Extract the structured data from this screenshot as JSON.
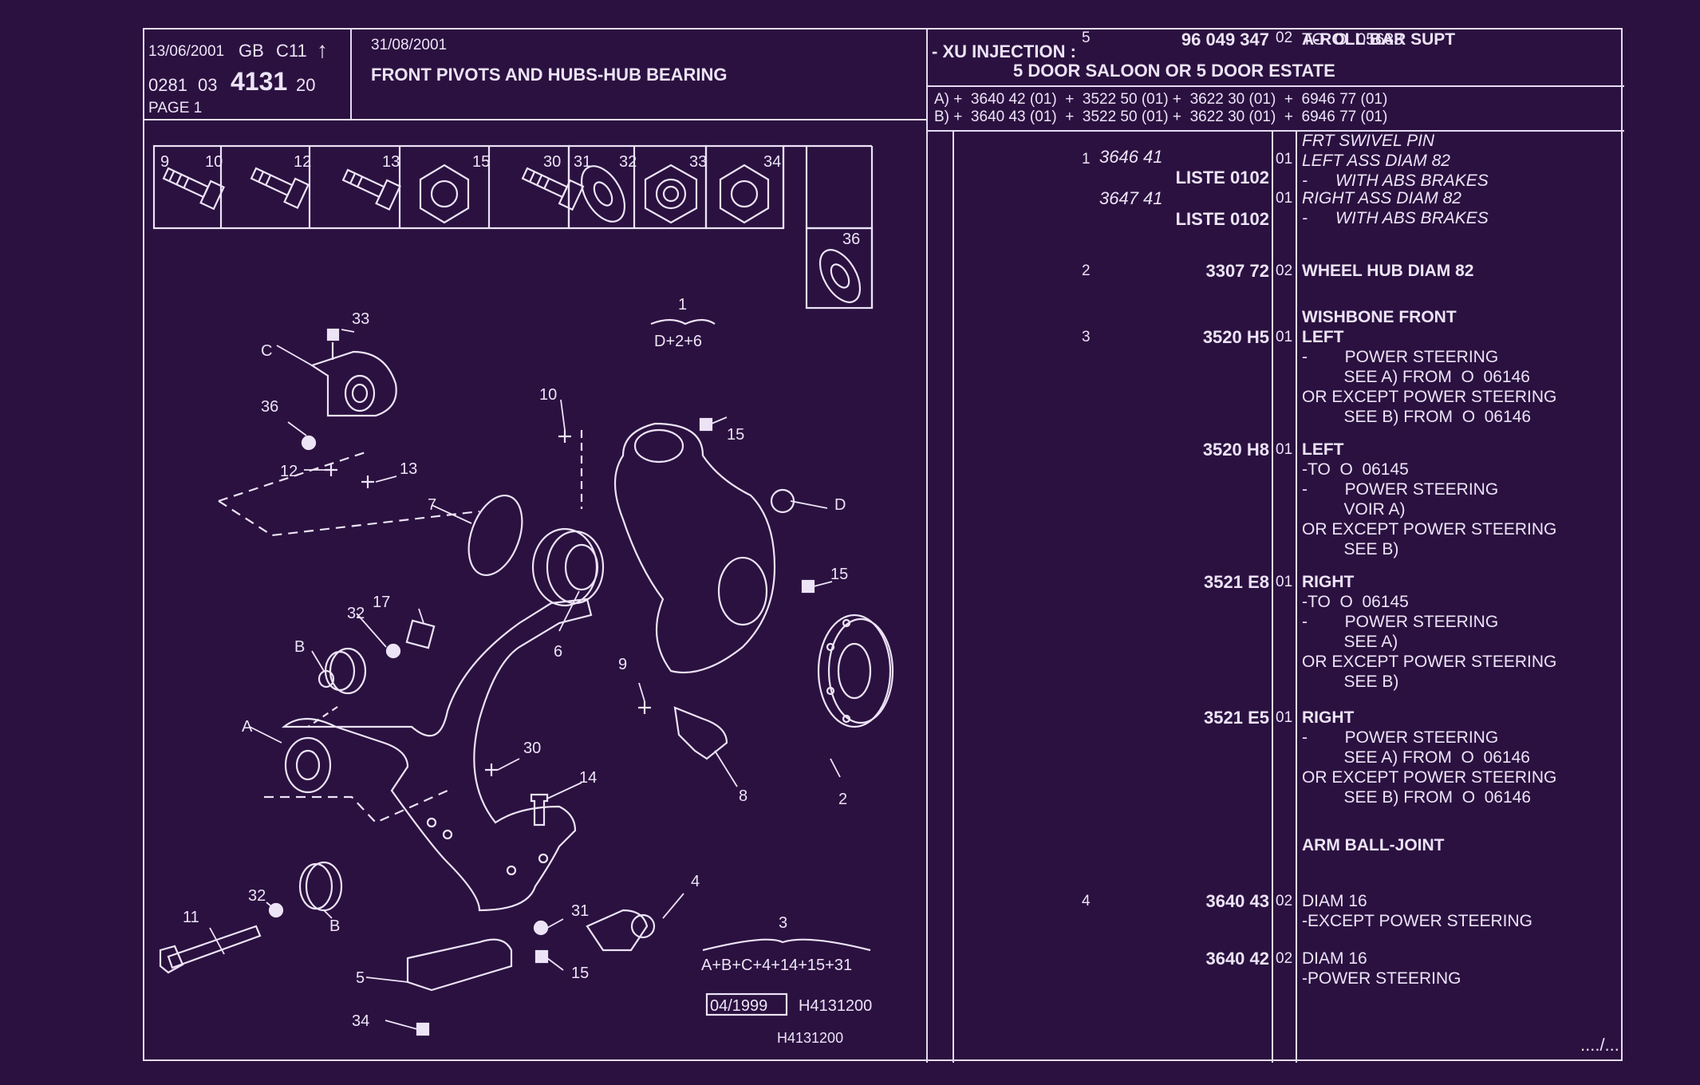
{
  "header": {
    "date": "13/06/2001",
    "lang": "GB",
    "code": "C11",
    "ref_a": "0281",
    "ref_b": "03",
    "ref_main": "4131",
    "ref_c": "20",
    "page": "PAGE 1",
    "date2": "31/08/2001",
    "title": "FRONT PIVOTS AND HUBS-HUB BEARING",
    "engine_line": "- XU INJECTION :",
    "body_line": "5 DOOR SALOON OR 5 DOOR ESTATE",
    "variant_a": "A) +  3640 42 (01)  +  3522 50 (01) +  3622 30 (01)  +  6946 77 (01)",
    "variant_b": "B) +  3640 43 (01)  +  3522 50 (01) +  3622 30 (01)  +  6946 77 (01)"
  },
  "drawing": {
    "thumb_labels": [
      "9",
      "10",
      "12",
      "13",
      "15",
      "30",
      "31",
      "32",
      "33",
      "34",
      "36"
    ],
    "callouts": [
      "33",
      "C",
      "36",
      "12",
      "13",
      "10",
      "15",
      "7",
      "D",
      "15",
      "17",
      "32",
      "B",
      "6",
      "9",
      "A",
      "30",
      "14",
      "8",
      "2",
      "32",
      "11",
      "B",
      "31",
      "4",
      "5",
      "15",
      "34"
    ],
    "group1_num": "1",
    "group1_formula": "D+2+6",
    "group3_num": "3",
    "group3_formula": "A+B+C+4+14+15+31",
    "date_stamp": "04/1999",
    "drawing_ref": "H4131200",
    "drawing_ref2": "H4131200"
  },
  "parts": [
    {
      "idx": "1",
      "ref": "3646 41",
      "ref_style": "italic",
      "sub": "LISTE 0102",
      "qty": "01",
      "desc": [
        {
          "text": "FRT SWIVEL PIN",
          "style": "italic"
        },
        {
          "text": "LEFT ASS DIAM 82",
          "style": "mixed"
        },
        {
          "text": "-      WITH ABS BRAKES",
          "style": "italic"
        }
      ]
    },
    {
      "idx": "",
      "ref": "3647 41",
      "ref_style": "italic",
      "sub": "LISTE 0102",
      "qty": "01",
      "desc": [
        {
          "text": "RIGHT ASS DIAM 82",
          "style": "mixed"
        },
        {
          "text": "-      WITH ABS BRAKES",
          "style": "italic"
        }
      ]
    },
    {
      "idx": "2",
      "ref": "3307 72",
      "qty": "02",
      "desc": [
        {
          "text": "WHEEL HUB DIAM 82",
          "style": "bold"
        }
      ]
    },
    {
      "idx": "",
      "ref": "",
      "qty": "",
      "desc": [
        {
          "text": "WISHBONE FRONT",
          "style": "bold"
        }
      ]
    },
    {
      "idx": "3",
      "ref": "3520 H5",
      "qty": "01",
      "desc": [
        {
          "text": "LEFT",
          "style": "bold"
        },
        {
          "text": "-        POWER STEERING",
          "style": "normal"
        },
        {
          "text": "         SEE A) FROM  O  06146",
          "style": "normal"
        },
        {
          "text": "OR EXCEPT POWER STEERING",
          "style": "normal"
        },
        {
          "text": "         SEE B) FROM  O  06146",
          "style": "normal"
        }
      ]
    },
    {
      "idx": "",
      "ref": "3520 H8",
      "qty": "01",
      "desc": [
        {
          "text": "LEFT",
          "style": "bold"
        },
        {
          "text": "-TO  O  06145",
          "style": "normal"
        },
        {
          "text": "-        POWER STEERING",
          "style": "normal"
        },
        {
          "text": "         VOIR A)",
          "style": "normal"
        },
        {
          "text": "OR EXCEPT POWER STEERING",
          "style": "normal"
        },
        {
          "text": "         SEE B)",
          "style": "normal"
        }
      ]
    },
    {
      "idx": "",
      "ref": "3521 E8",
      "qty": "01",
      "desc": [
        {
          "text": "RIGHT",
          "style": "bold"
        },
        {
          "text": "-TO  O  06145",
          "style": "normal"
        },
        {
          "text": "-        POWER STEERING",
          "style": "normal"
        },
        {
          "text": "         SEE A)",
          "style": "normal"
        },
        {
          "text": "OR EXCEPT POWER STEERING",
          "style": "normal"
        },
        {
          "text": "         SEE B)",
          "style": "normal"
        }
      ]
    },
    {
      "idx": "",
      "ref": "3521 E5",
      "qty": "01",
      "desc": [
        {
          "text": "RIGHT",
          "style": "bold"
        },
        {
          "text": "-        POWER STEERING",
          "style": "normal"
        },
        {
          "text": "         SEE A) FROM  O  06146",
          "style": "normal"
        },
        {
          "text": "OR EXCEPT POWER STEERING",
          "style": "normal"
        },
        {
          "text": "         SEE B) FROM  O  06146",
          "style": "normal"
        }
      ]
    },
    {
      "idx": "",
      "ref": "",
      "qty": "",
      "desc": [
        {
          "text": "ARM BALL-JOINT",
          "style": "bold"
        }
      ]
    },
    {
      "idx": "4",
      "ref": "3640 43",
      "qty": "02",
      "desc": [
        {
          "text": "DIAM 16",
          "style": "normal"
        },
        {
          "text": "-EXCEPT POWER STEERING",
          "style": "normal"
        }
      ]
    },
    {
      "idx": "",
      "ref": "3640 42",
      "qty": "02",
      "desc": [
        {
          "text": "DIAM 16",
          "style": "normal"
        },
        {
          "text": "-POWER STEERING",
          "style": "normal"
        }
      ]
    },
    {
      "idx": "5",
      "ref": "96 049 347",
      "qty": "02",
      "desc": [
        {
          "text": "A-ROLL BAR SUPT",
          "style": "bold"
        },
        {
          "text": "TO  O  05683",
          "style": "normal"
        }
      ]
    }
  ],
  "footer": {
    "continued": "..../..."
  }
}
